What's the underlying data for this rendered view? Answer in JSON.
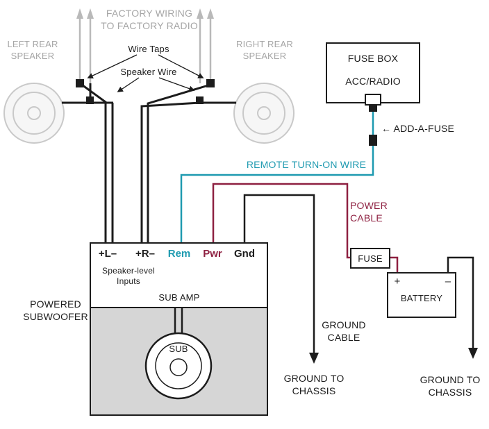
{
  "labels": {
    "factory_wiring": "FACTORY WIRING\nTO FACTORY RADIO",
    "left_speaker": "LEFT REAR\nSPEAKER",
    "right_speaker": "RIGHT REAR\nSPEAKER",
    "wire_taps": "Wire Taps",
    "speaker_wire": "Speaker Wire",
    "fuse_box": "FUSE BOX",
    "acc_radio": "ACC/RADIO",
    "add_a_fuse": "← ADD-A-FUSE",
    "remote_turn_on": "REMOTE TURN-ON WIRE",
    "power_cable": "POWER\nCABLE",
    "fuse": "FUSE",
    "battery": "BATTERY",
    "battery_plus": "+",
    "battery_minus": "–",
    "ground_cable": "GROUND\nCABLE",
    "ground_chassis_left": "GROUND TO\nCHASSIS",
    "ground_chassis_right": "GROUND TO\nCHASSIS",
    "powered_subwoofer": "POWERED\nSUBWOOFER",
    "speaker_level_inputs": "Speaker-level\nInputs",
    "sub_amp": "SUB AMP",
    "sub": "SUB",
    "terminals": {
      "left": "+L–",
      "right": "+R–",
      "rem": "Rem",
      "pwr": "Pwr",
      "gnd": "Gnd"
    }
  },
  "colors": {
    "remote_wire": "#1e9ab0",
    "power_wire": "#8e2041",
    "wire_black": "#1c1c1c",
    "factory_gray": "#b9b9b9",
    "muted_text": "#a6a6a6",
    "enclosure_fill": "#d6d6d6"
  }
}
